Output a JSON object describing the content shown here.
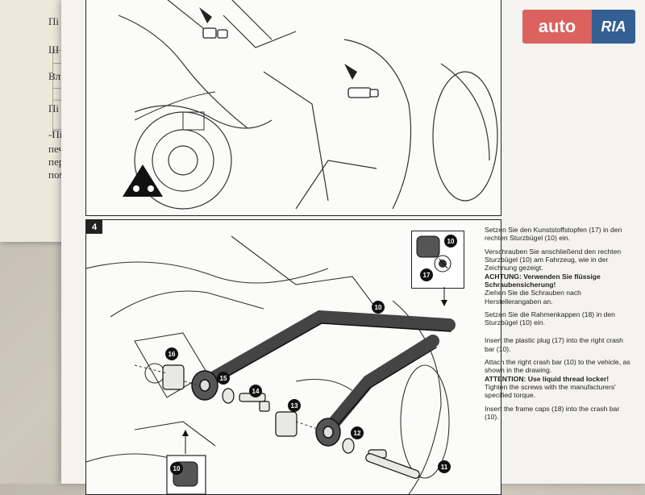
{
  "background_page": {
    "fragments": [
      "Пі",
      "Ш",
      "Вл",
      "Пі",
      "-Пі",
      "печ",
      "пере",
      "пом"
    ]
  },
  "step": {
    "number": "4"
  },
  "instructions_de": [
    "Setzen Sie den Kunststoffstopfen (17) in den rechten Sturzbügel (10) ein.",
    "Verschrauben Sie anschließend den rechten Sturzbügel (10) am Fahrzeug, wie in der Zeichnung gezeigt."
  ],
  "warning_de": "ACHTUNG: Verwenden Sie flüssige Schraubensicherung!",
  "instructions_de_2": [
    "Ziehen Sie die Schrauben nach Herstellerangaben an.",
    "Setzen Sie die Rahmenkappen (18) in den Sturzbügel (10) ein."
  ],
  "instructions_en": [
    "Insert the plastic plug (17) into the right crash bar (10).",
    "Attach the right crash bar (10) to the vehicle, as shown in the drawing."
  ],
  "warning_en": "ATTENTION: Use liquid thread locker!",
  "instructions_en_2": [
    "Tighten the screws with the manufacturers' specified torque.",
    "Insert the frame caps (18) into the crash bar (10)."
  ],
  "part_labels": {
    "p10": "10",
    "p11": "11",
    "p12": "12",
    "p13": "13",
    "p14": "14",
    "p15": "15",
    "p16": "16",
    "p17": "17",
    "callout_top_10": "10",
    "callout_bottom_10": "10"
  },
  "watermark": {
    "auto": "auto",
    "ria": "RIA"
  }
}
